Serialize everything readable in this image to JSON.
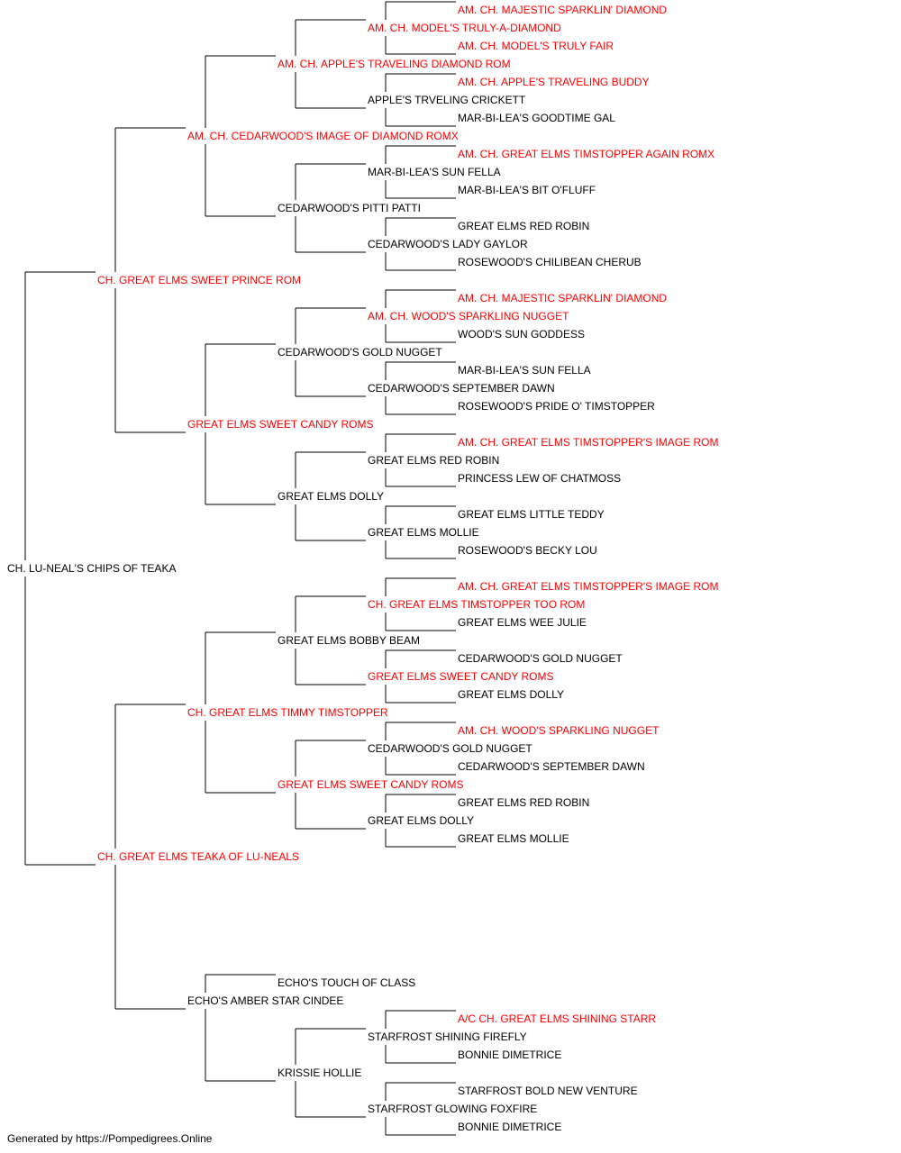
{
  "colors": {
    "champion": "#ff0000",
    "normal": "#000000",
    "line": "#000000"
  },
  "dog": {
    "name": "CH. LU-NEAL'S CHIPS OF TEAKA",
    "champion": false,
    "sire": {
      "name": "CH. GREAT ELMS SWEET PRINCE ROM",
      "champion": true,
      "sire": {
        "name": "AM. CH. CEDARWOOD'S IMAGE OF DIAMOND ROMX",
        "champion": true,
        "sire": {
          "name": "AM. CH. APPLE'S TRAVELING DIAMOND ROM",
          "champion": true,
          "sire": {
            "name": "AM. CH. MODEL'S TRULY-A-DIAMOND",
            "champion": true,
            "sire": {
              "name": "AM. CH. MAJESTIC SPARKLIN' DIAMOND",
              "champion": true
            },
            "dam": {
              "name": "AM. CH. MODEL'S TRULY FAIR",
              "champion": true
            }
          },
          "dam": {
            "name": "APPLE'S TRVELING CRICKETT",
            "champion": false,
            "sire": {
              "name": "AM. CH. APPLE'S TRAVELING BUDDY",
              "champion": true
            },
            "dam": {
              "name": "MAR-BI-LEA'S GOODTIME GAL",
              "champion": false
            }
          }
        },
        "dam": {
          "name": "CEDARWOOD'S PITTI PATTI",
          "champion": false,
          "sire": {
            "name": "MAR-BI-LEA'S SUN FELLA",
            "champion": false,
            "sire": {
              "name": "AM. CH. GREAT ELMS TIMSTOPPER AGAIN ROMX",
              "champion": true
            },
            "dam": {
              "name": "MAR-BI-LEA'S BIT O'FLUFF",
              "champion": false
            }
          },
          "dam": {
            "name": "CEDARWOOD'S LADY GAYLOR",
            "champion": false,
            "sire": {
              "name": "GREAT ELMS RED ROBIN",
              "champion": false
            },
            "dam": {
              "name": "ROSEWOOD'S CHILIBEAN CHERUB",
              "champion": false
            }
          }
        }
      },
      "dam": {
        "name": "GREAT ELMS SWEET CANDY ROMS",
        "champion": true,
        "sire": {
          "name": "CEDARWOOD'S GOLD NUGGET",
          "champion": false,
          "sire": {
            "name": "AM. CH. WOOD'S SPARKLING NUGGET",
            "champion": true,
            "sire": {
              "name": "AM. CH. MAJESTIC SPARKLIN' DIAMOND",
              "champion": true
            },
            "dam": {
              "name": "WOOD'S SUN GODDESS",
              "champion": false
            }
          },
          "dam": {
            "name": "CEDARWOOD'S SEPTEMBER DAWN",
            "champion": false,
            "sire": {
              "name": "MAR-BI-LEA'S SUN FELLA",
              "champion": false
            },
            "dam": {
              "name": "ROSEWOOD'S PRIDE O' TIMSTOPPER",
              "champion": false
            }
          }
        },
        "dam": {
          "name": "GREAT ELMS DOLLY",
          "champion": false,
          "sire": {
            "name": "GREAT ELMS RED ROBIN",
            "champion": false,
            "sire": {
              "name": "AM. CH. GREAT ELMS TIMSTOPPER'S IMAGE ROM",
              "champion": true
            },
            "dam": {
              "name": "PRINCESS LEW OF CHATMOSS",
              "champion": false
            }
          },
          "dam": {
            "name": "GREAT ELMS MOLLIE",
            "champion": false,
            "sire": {
              "name": "GREAT ELMS LITTLE TEDDY",
              "champion": false
            },
            "dam": {
              "name": "ROSEWOOD'S BECKY LOU",
              "champion": false
            }
          }
        }
      }
    },
    "dam": {
      "name": "CH. GREAT ELMS TEAKA OF LU-NEALS",
      "champion": true,
      "sire": {
        "name": "CH. GREAT ELMS TIMMY TIMSTOPPER",
        "champion": true,
        "sire": {
          "name": "GREAT ELMS BOBBY BEAM",
          "champion": false,
          "sire": {
            "name": "CH. GREAT ELMS TIMSTOPPER TOO ROM",
            "champion": true,
            "sire": {
              "name": "AM. CH. GREAT ELMS TIMSTOPPER'S IMAGE ROM",
              "champion": true
            },
            "dam": {
              "name": "GREAT ELMS WEE JULIE",
              "champion": false
            }
          },
          "dam": {
            "name": "GREAT ELMS SWEET CANDY ROMS",
            "champion": true,
            "sire": {
              "name": "CEDARWOOD'S GOLD NUGGET",
              "champion": false
            },
            "dam": {
              "name": "GREAT ELMS DOLLY",
              "champion": false
            }
          }
        },
        "dam": {
          "name": "GREAT ELMS SWEET CANDY ROMS",
          "champion": true,
          "sire": {
            "name": "CEDARWOOD'S GOLD NUGGET",
            "champion": false,
            "sire": {
              "name": "AM. CH. WOOD'S SPARKLING NUGGET",
              "champion": true
            },
            "dam": {
              "name": "CEDARWOOD'S SEPTEMBER DAWN",
              "champion": false
            }
          },
          "dam": {
            "name": "GREAT ELMS DOLLY",
            "champion": false,
            "sire": {
              "name": "GREAT ELMS RED ROBIN",
              "champion": false
            },
            "dam": {
              "name": "GREAT ELMS MOLLIE",
              "champion": false
            }
          }
        }
      },
      "dam": {
        "name": "ECHO'S AMBER STAR CINDEE",
        "champion": false,
        "sire": {
          "name": "ECHO'S TOUCH OF CLASS",
          "champion": false
        },
        "dam": {
          "name": "KRISSIE HOLLIE",
          "champion": false,
          "sire": {
            "name": "STARFROST SHINING FIREFLY",
            "champion": false,
            "sire": {
              "name": "A/C CH. GREAT ELMS SHINING STARR",
              "champion": true
            },
            "dam": {
              "name": "BONNIE DIMETRICE",
              "champion": false
            }
          },
          "dam": {
            "name": "STARFROST GLOWING FOXFIRE",
            "champion": false,
            "sire": {
              "name": "STARFROST BOLD NEW VENTURE",
              "champion": false
            },
            "dam": {
              "name": "BONNIE DIMETRICE",
              "champion": false
            }
          }
        }
      }
    }
  },
  "footer": "Generated by https://Pompedigrees.Online"
}
